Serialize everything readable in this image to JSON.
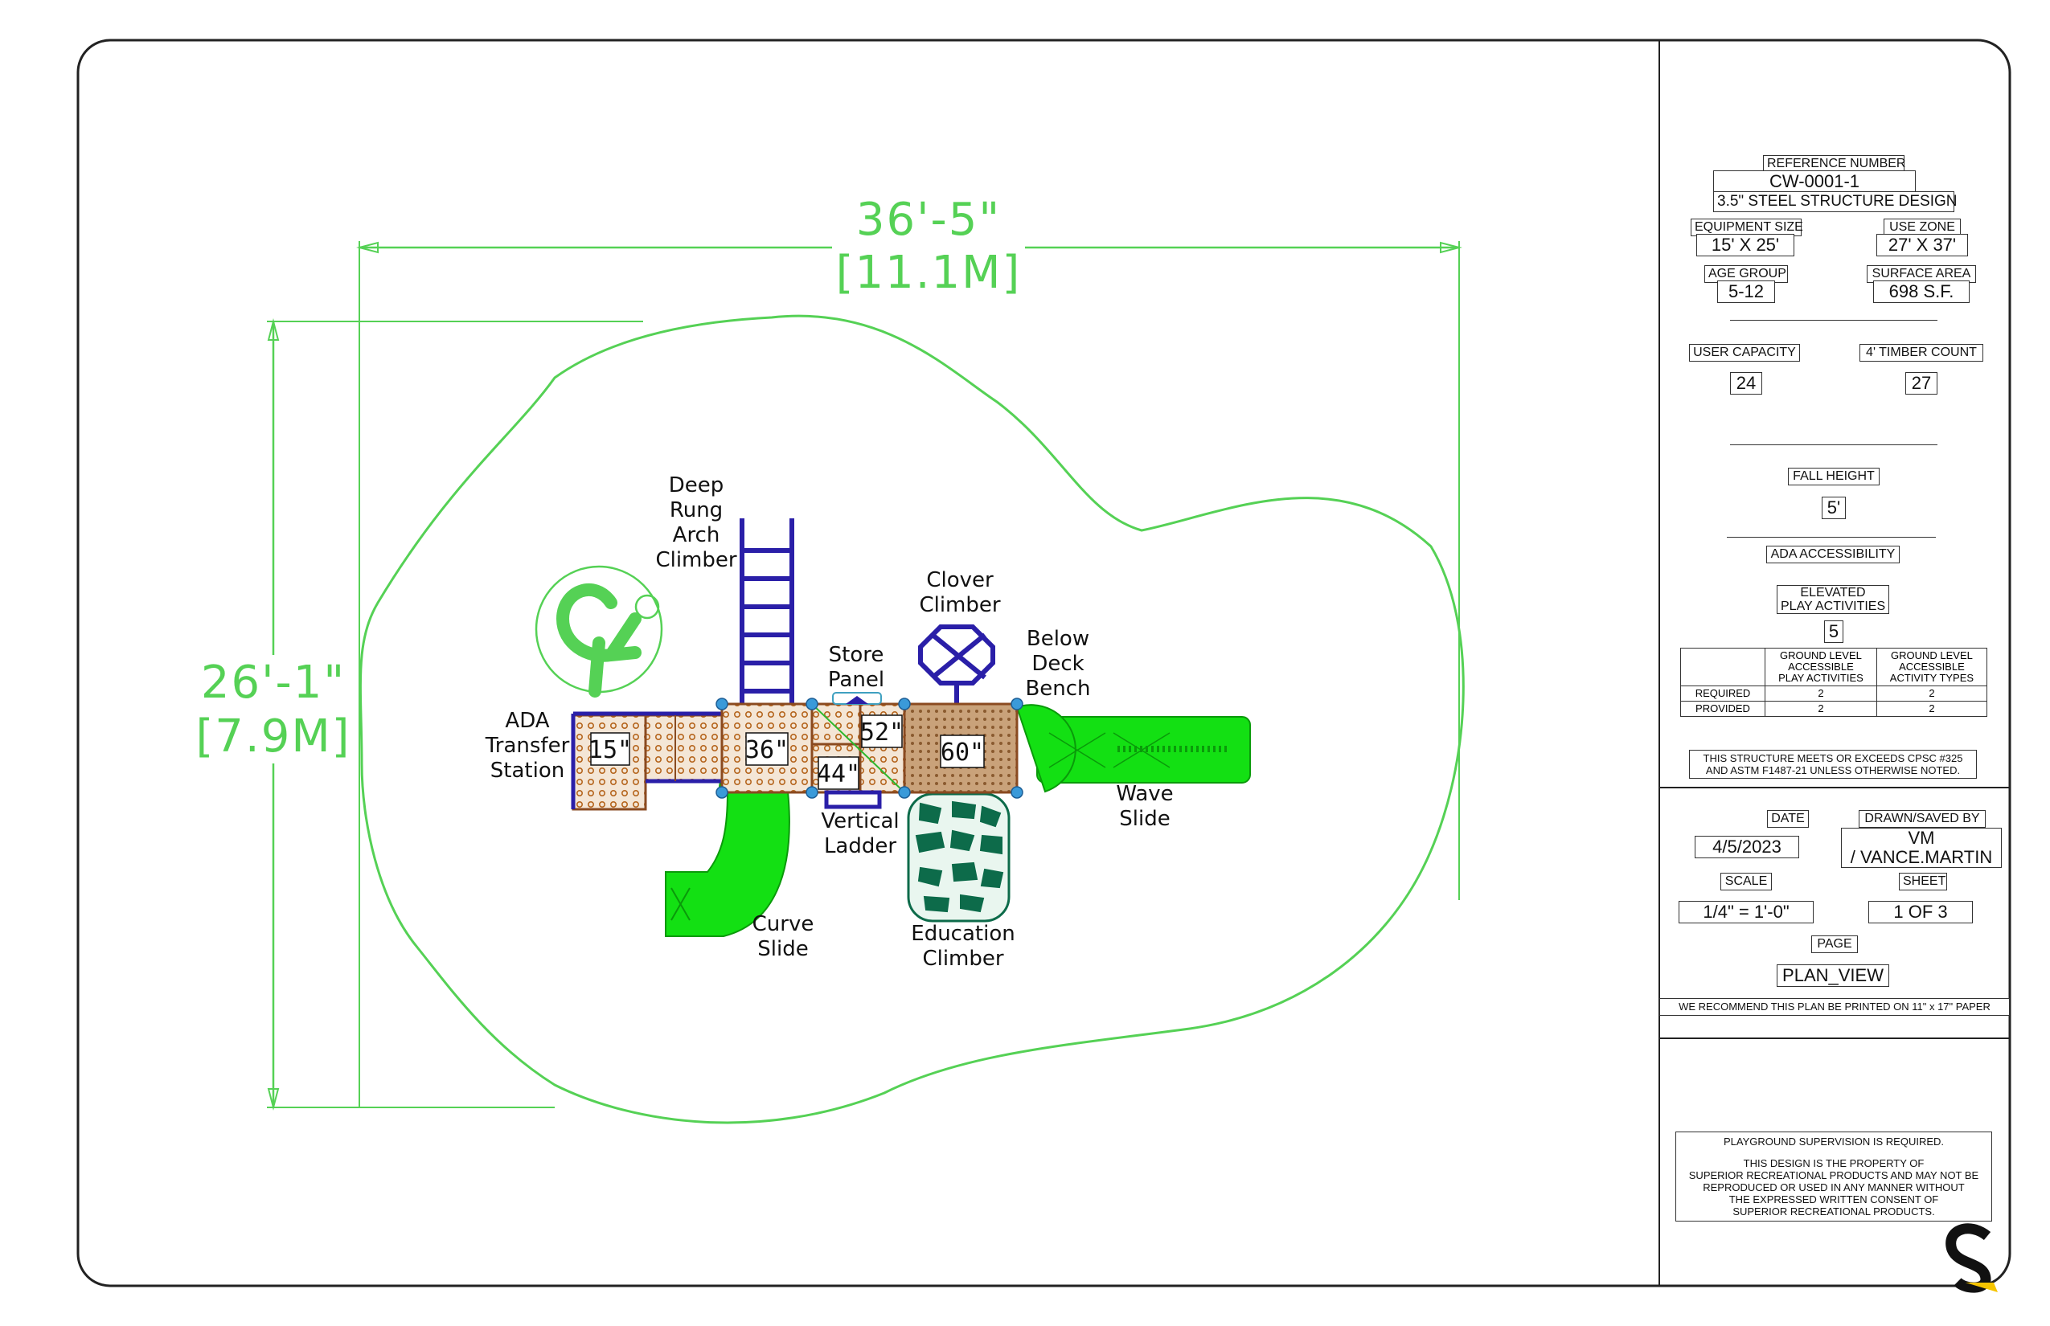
{
  "plan": {
    "dimensions": {
      "width_ft": "36'-5\"",
      "width_m": "[11.1M]",
      "depth_ft": "26'-1\"",
      "depth_m": "[7.9M]"
    },
    "decks": [
      "15\"",
      "36\"",
      "44\"",
      "52\"",
      "60\""
    ],
    "components": {
      "ada_transfer": [
        "ADA",
        "Transfer",
        "Station"
      ],
      "deep_rung": [
        "Deep",
        "Rung",
        "Arch",
        "Climber"
      ],
      "store_panel": [
        "Store",
        "Panel"
      ],
      "clover": [
        "Clover",
        "Climber"
      ],
      "below_deck": [
        "Below",
        "Deck",
        "Bench"
      ],
      "wave_slide": [
        "Wave",
        "Slide"
      ],
      "vertical_ladder": [
        "Vertical",
        "Ladder"
      ],
      "curve_slide": [
        "Curve",
        "Slide"
      ],
      "education": [
        "Education",
        "Climber"
      ]
    },
    "colors": {
      "structure": "#2a1fa8",
      "slide": "#13e013",
      "boundary": "#55d155",
      "deck": "#c8a070",
      "climber": "#0d6b4a"
    }
  },
  "title_block": {
    "reference_label": "REFERENCE NUMBER",
    "reference_value": "CW-0001-1",
    "design": "3.5\" STEEL STRUCTURE DESIGN",
    "equipment_size_label": "EQUIPMENT SIZE",
    "equipment_size_value": "15' X 25'",
    "use_zone_label": "USE ZONE",
    "use_zone_value": "27' X 37'",
    "age_group_label": "AGE GROUP",
    "age_group_value": "5-12",
    "surface_area_label": "SURFACE AREA",
    "surface_area_value": "698 S.F.",
    "user_capacity_label": "USER CAPACITY",
    "user_capacity_value": "24",
    "timber_count_label": "4' TIMBER COUNT",
    "timber_count_value": "27",
    "fall_height_label": "FALL HEIGHT",
    "fall_height_value": "5'",
    "ada_label": "ADA ACCESSIBILITY",
    "elevated_label_1": "ELEVATED",
    "elevated_label_2": "PLAY ACTIVITIES",
    "elevated_value": "5",
    "ada_table": {
      "col1": [
        "GROUND LEVEL",
        "ACCESSIBLE",
        "PLAY ACTIVITIES"
      ],
      "col2": [
        "GROUND LEVEL",
        "ACCESSIBLE",
        "ACTIVITY TYPES"
      ],
      "rows": [
        {
          "label": "REQUIRED",
          "a": "2",
          "b": "2"
        },
        {
          "label": "PROVIDED",
          "a": "2",
          "b": "2"
        }
      ]
    },
    "cpsc_note_1": "THIS STRUCTURE MEETS OR EXCEEDS CPSC #325",
    "cpsc_note_2": "AND ASTM F1487-21 UNLESS OTHERWISE NOTED.",
    "date_label": "DATE",
    "date_value": "4/5/2023",
    "drawn_label": "DRAWN/SAVED BY",
    "drawn_value_1": "VM",
    "drawn_value_2": "/ VANCE.MARTIN",
    "scale_label": "SCALE",
    "scale_value": "1/4\" = 1'-0\"",
    "sheet_label": "SHEET",
    "sheet_value": "1  OF  3",
    "page_label": "PAGE",
    "page_value": "PLAN_VIEW",
    "print_note": "WE RECOMMEND THIS PLAN BE PRINTED ON 11\" x 17\" PAPER",
    "supervision": "PLAYGROUND SUPERVISION IS REQUIRED.",
    "property_lines": [
      "THIS DESIGN IS THE PROPERTY OF",
      "SUPERIOR RECREATIONAL PRODUCTS AND MAY NOT BE",
      "REPRODUCED OR USED IN ANY MANNER WITHOUT",
      "THE EXPRESSED WRITTEN CONSENT OF",
      "SUPERIOR RECREATIONAL PRODUCTS."
    ]
  }
}
